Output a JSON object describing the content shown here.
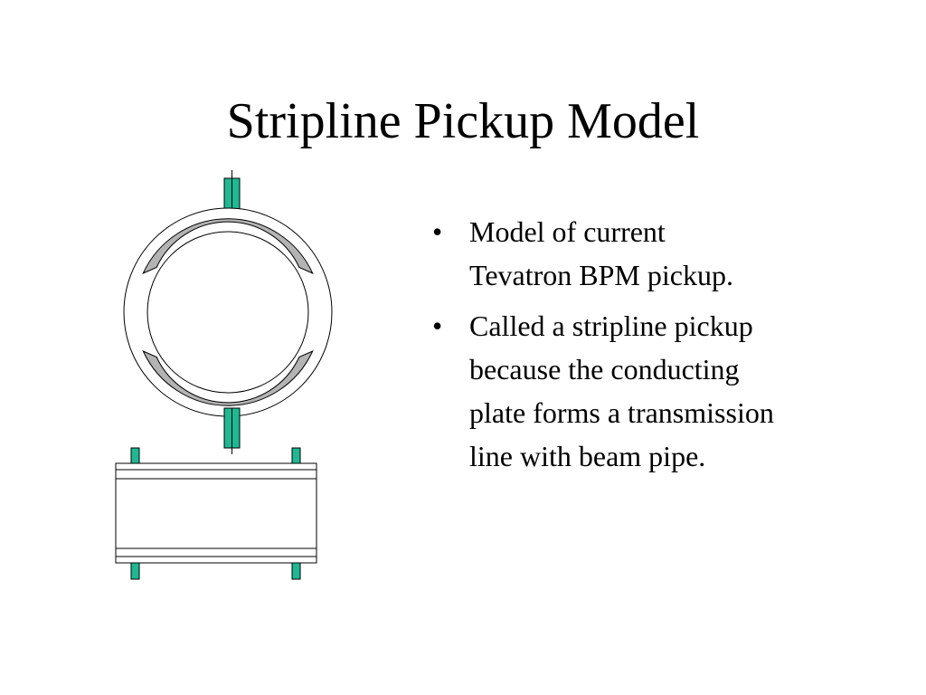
{
  "slide": {
    "title": "Stripline Pickup Model",
    "bullets": [
      {
        "line1": "Model of current",
        "line2": "Tevatron BPM pickup."
      },
      {
        "line1": "Called a stripline pickup",
        "line2": "because the conducting",
        "line3": "plate forms a transmission",
        "line4": "line with beam pipe."
      }
    ],
    "bullet_symbol": "•"
  },
  "colors": {
    "background": "#ffffff",
    "text": "#000000",
    "plate_fill": "#b3b3b3",
    "connector_fill": "#1fb893",
    "outline": "#000000"
  }
}
